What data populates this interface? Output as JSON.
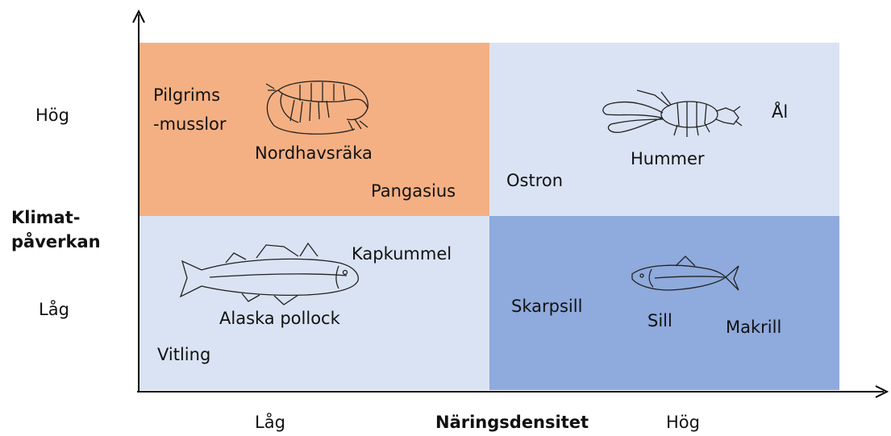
{
  "axes": {
    "y_label_line1": "Klimat-",
    "y_label_line2": "påverkan",
    "y_high": "Hög",
    "y_low": "Låg",
    "x_label": "Näringsdensitet",
    "x_low": "Låg",
    "x_high": "Hög"
  },
  "quadrant_colors": {
    "high_impact_low_density": "#f4b083",
    "high_impact_high_density": "#dae3f3",
    "low_impact_low_density": "#dae3f3",
    "low_impact_high_density": "#8faadc"
  },
  "items": {
    "pilgrims_line1": "Pilgrims",
    "pilgrims_line2": "-musslor",
    "nordhavsraka": "Nordhavsräka",
    "pangasius": "Pangasius",
    "ostron": "Ostron",
    "hummer": "Hummer",
    "al": "Ål",
    "kapkummel": "Kapkummel",
    "alaska_pollock": "Alaska pollock",
    "vitling": "Vitling",
    "skarpsill": "Skarpsill",
    "sill": "Sill",
    "makrill": "Makrill"
  },
  "illustrations": [
    "shrimp-icon",
    "lobster-icon",
    "cod-icon",
    "herring-icon"
  ]
}
